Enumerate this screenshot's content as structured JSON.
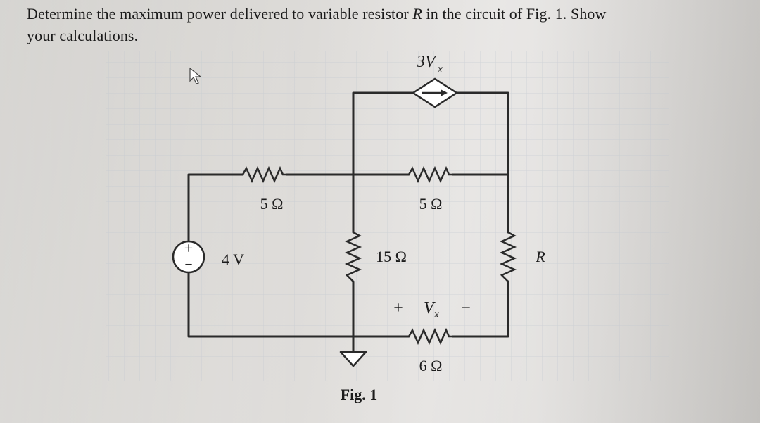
{
  "question": {
    "part1": "Determine the maximum power delivered to variable resistor ",
    "variable": "R",
    "part2": " in the circuit of Fig. 1. Show",
    "line2": "your calculations."
  },
  "circuit": {
    "source": {
      "plus": "+",
      "minus": "−",
      "value": "4 V"
    },
    "r1": "5 Ω",
    "r2": "5 Ω",
    "r3": "15 Ω",
    "r4": "6 Ω",
    "rload": "R",
    "dependent_source": {
      "base": "3V",
      "sub": "x"
    },
    "vx": {
      "plus": "+",
      "symbol": "V",
      "sub": "x",
      "minus": "−"
    },
    "caption": "Fig. 1"
  }
}
